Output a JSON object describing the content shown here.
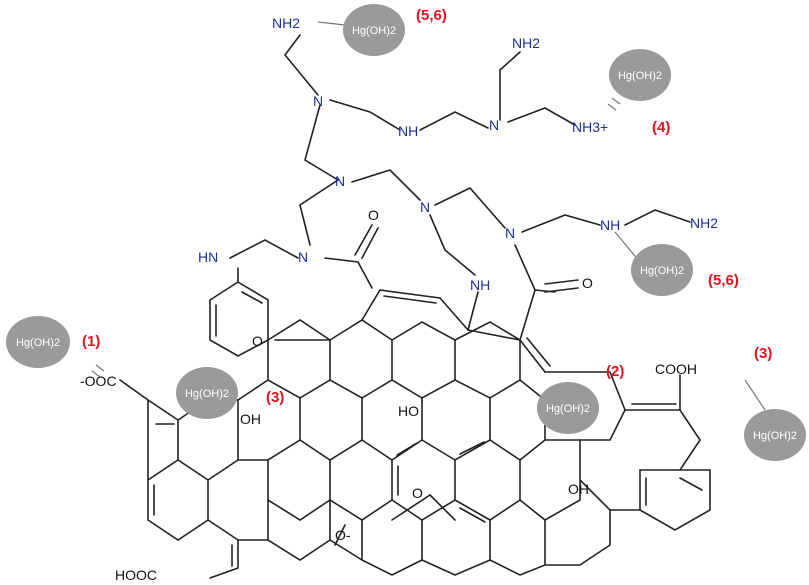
{
  "atoms": {
    "nh2": "NH2",
    "n": "N",
    "nh": "NH",
    "hn": "HN",
    "nh3plus": "NH3+",
    "o": "O",
    "oh": "OH",
    "ho": "HO",
    "o_minus": "O-",
    "cooh": "COOH",
    "hooc": "HOOC",
    "ooc_minus": "-OOC"
  },
  "adsorbate": "Hg(OH)2",
  "site_labels": {
    "l1": "(1)",
    "l2": "(2)",
    "l3": "(3)",
    "l4": "(4)",
    "l56": "(5,6)"
  },
  "colors": {
    "adsorbate_fill": "#9a9a9a",
    "label_red": "#e8101a",
    "nitrogen_blue": "#1a2f9c",
    "bond": "#222222"
  }
}
